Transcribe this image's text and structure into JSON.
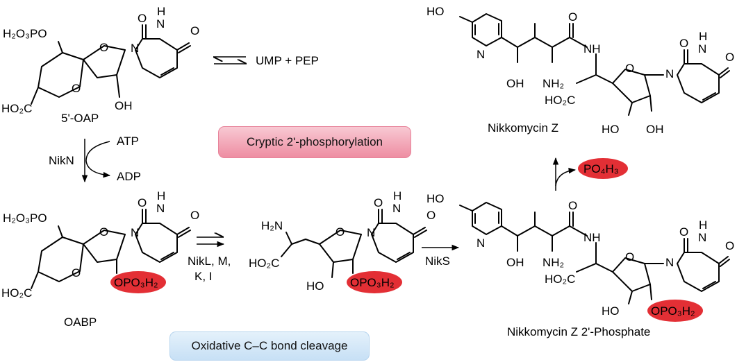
{
  "colors": {
    "highlight_red": "#e32f35",
    "banner_pink": "#f2a3b5",
    "banner_blue": "#cfe5f7"
  },
  "compounds": {
    "oap": "5'-OAP",
    "oabp": "OABP",
    "nikz": "Nikkomycin Z",
    "nikz_p": "Nikkomycin Z 2'-Phosphate"
  },
  "reagents": {
    "ump_pep": "UMP + PEP",
    "atp": "ATP",
    "adp": "ADP",
    "nikn": "NikN",
    "nik_lmki_1": "NikL, M,",
    "nik_lmki_2": "K, I",
    "niks": "NikS"
  },
  "banners": {
    "cryptic": "Cryptic 2'-phosphorylation",
    "oxidative": "Oxidative C–C bond cleavage"
  },
  "labels": {
    "h2o3po": "H₂O₃PO",
    "ho2c": "HO₂C",
    "oh": "OH",
    "ho": "HO",
    "o": "O",
    "n": "N",
    "h": "H",
    "nh": "NH",
    "nh2": "NH₂",
    "h2n": "H₂N",
    "opo3h2": "OPO₃H₂",
    "po4h3": "PO₄H₃"
  }
}
